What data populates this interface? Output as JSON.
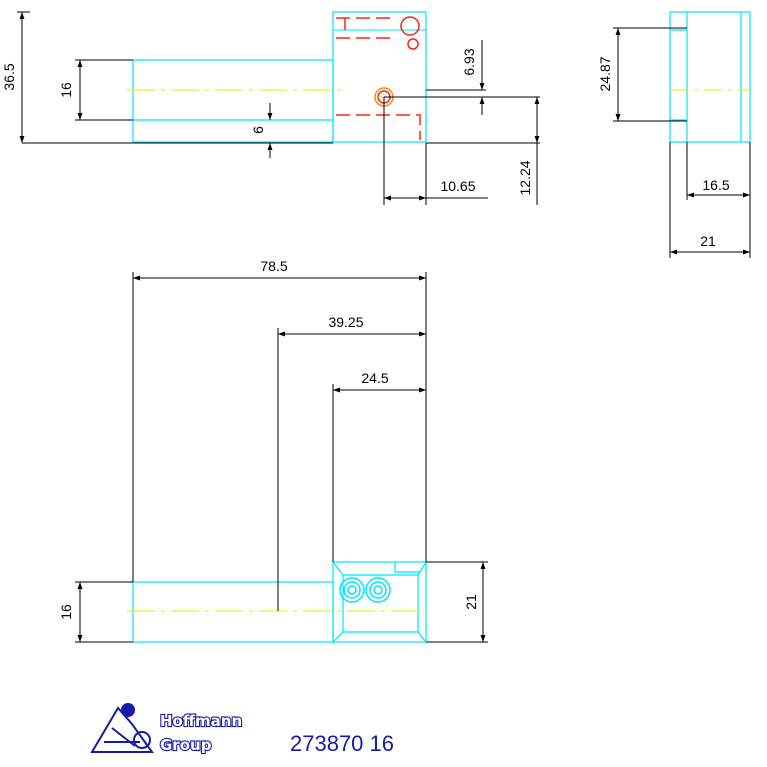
{
  "colors": {
    "outline": "#00e5ff",
    "hidden": "#ff2020",
    "centerline": "#e8e800",
    "dimension": "#000000",
    "brand": "#1a1aa6"
  },
  "dimensions": {
    "top_total_height": "36.5",
    "top_body_height": "16",
    "top_offset": "6",
    "hole_offset_y": "6.93",
    "hole_offset_x": "10.65",
    "hole_height": "12.24",
    "side_height": "24.87",
    "side_inner_width": "16.5",
    "side_width": "21",
    "front_total_length": "78.5",
    "front_half_length": "39.25",
    "front_head_length": "24.5",
    "front_body_height": "16",
    "front_head_height": "21"
  },
  "logo": {
    "line1": "Hoffmann",
    "line2": "Group",
    "icon": "hoffmann-group-logo-icon"
  },
  "part_number": "273870 16"
}
